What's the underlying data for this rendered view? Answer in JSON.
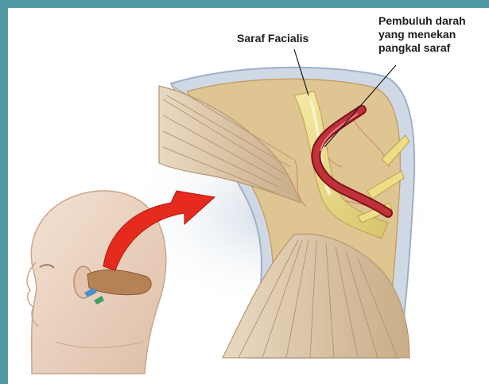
{
  "labels": {
    "facial_nerve": "Saraf Facialis",
    "vessel_line1": "Pembuluh darah",
    "vessel_line2": "yang menekan",
    "vessel_line3": "pangkal saraf"
  },
  "colors": {
    "frame_border": "#4f9aa3",
    "nerve": "#eede86",
    "vessel": "#b5242c",
    "arrow": "#e52b1e",
    "skin": "#ecd3c0",
    "brain_tissue": "#ddc38e"
  }
}
